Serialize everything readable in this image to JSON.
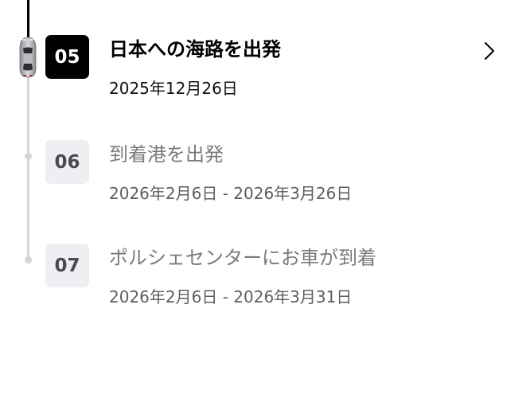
{
  "timeline": {
    "steps": [
      {
        "number": "05",
        "title": "日本への海路を出発",
        "date": "2025年12月26日",
        "state": "active"
      },
      {
        "number": "06",
        "title": "到着港を出発",
        "date": "2026年2月6日 - 2026年3月26日",
        "state": "upcoming"
      },
      {
        "number": "07",
        "title": "ポルシェセンターにお車が到着",
        "date": "2026年2月6日 - 2026年3月31日",
        "state": "upcoming"
      }
    ],
    "icons": {
      "progress_marker": "car-icon",
      "detail": "chevron-right-icon"
    },
    "colors": {
      "active": "#000000",
      "inactive_track": "#d6d6d8",
      "inactive_badge": "#eeeff2",
      "inactive_text": "#7a7a7e"
    }
  }
}
